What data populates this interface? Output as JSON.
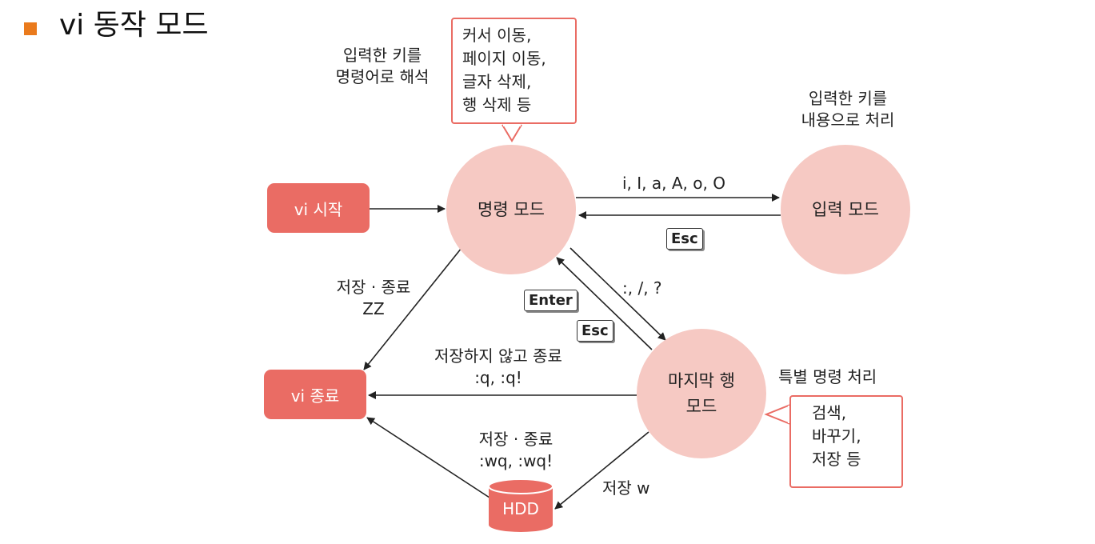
{
  "title": "vi 동작 모드",
  "colors": {
    "accent": "#ea7a1c",
    "box": "#ea6c64",
    "circle": "#f6c9c3",
    "callout_border": "#ea6c64"
  },
  "nodes": {
    "vi_start": "vi 시작",
    "vi_end": "vi 종료",
    "command_mode": "명령 모드",
    "input_mode": "입력 모드",
    "last_line_mode_line1": "마지막 행",
    "last_line_mode_line2": "모드",
    "hdd": "HDD"
  },
  "notes": {
    "command_interpret_line1": "입력한 키를",
    "command_interpret_line2": "명령어로 해석",
    "input_process_line1": "입력한 키를",
    "input_process_line2": "내용으로 처리",
    "special_command": "특별 명령 처리"
  },
  "callouts": {
    "command": [
      "커서 이동,",
      "페이지 이동,",
      "글자 삭제,",
      "행 삭제 등"
    ],
    "last_line": [
      "검색,",
      "바꾸기,",
      "저장 등"
    ]
  },
  "edges": {
    "to_input": "i, I, a, A, o, O",
    "esc_from_input": "Esc",
    "to_last_line": ":, /, ?",
    "enter_key": "Enter",
    "esc_from_last_line": "Esc",
    "save_quit_zz_line1": "저장 · 종료",
    "save_quit_zz_line2": "ZZ",
    "quit_no_save_line1": "저장하지 않고 종료",
    "quit_no_save_line2": ":q, :q!",
    "save_quit_wq_line1": "저장 · 종료",
    "save_quit_wq_line2": ":wq, :wq!",
    "save_w": "저장 w"
  }
}
